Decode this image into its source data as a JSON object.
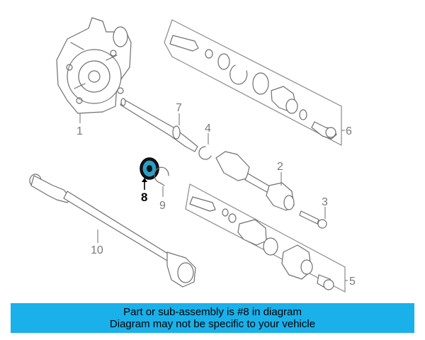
{
  "callouts": {
    "c1": "1",
    "c2": "2",
    "c3": "3",
    "c4": "4",
    "c5": "5",
    "c6": "6",
    "c7": "7",
    "c8": "8",
    "c9": "9",
    "c10": "10"
  },
  "highlight": {
    "part_number": "8",
    "colors": {
      "seal_fill": "#2b9fc7",
      "seal_ring": "#000000",
      "banner_bg": "#1ab0ea"
    }
  },
  "banner": {
    "line1": "Part or sub-assembly is #8 in diagram",
    "line2": "Diagram may not be specific to your vehicle"
  }
}
